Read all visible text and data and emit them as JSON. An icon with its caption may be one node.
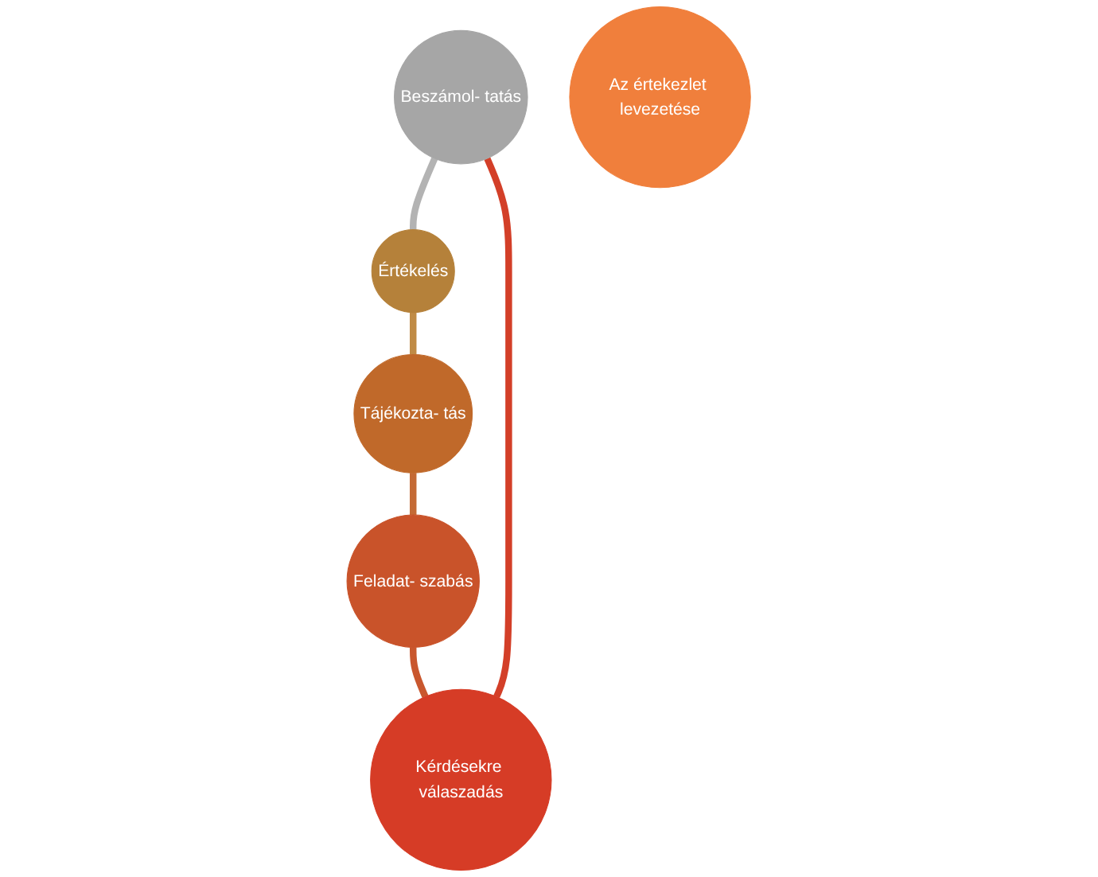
{
  "diagram": {
    "nodes": [
      {
        "text": [
          "Beszámol- tatás"
        ]
      },
      {
        "text": [
          "Kérdésekre válaszadás"
        ]
      },
      {
        "text": [
          "Értékelés"
        ]
      },
      {
        "text": [
          "Az értekezlet levezetése"
        ]
      },
      {
        "text": [
          "Feladat- szabás"
        ]
      },
      {
        "text": [
          "Tájékozta- tás"
        ]
      }
    ],
    "edges": [
      {
        "from": 0,
        "to": 2,
        "arrow": "none",
        "color": "#b3b3b3"
      },
      {
        "from": 2,
        "to": 5,
        "arrow": "none",
        "color": "#c08b45"
      },
      {
        "from": 5,
        "to": 4,
        "arrow": "none",
        "color": "#c46a35"
      },
      {
        "from": 4,
        "to": 1,
        "arrow": "none",
        "color": "#c9572e"
      },
      {
        "from": 1,
        "to": 0,
        "arrow": "none",
        "color": "#d33f28"
      }
    ]
  }
}
